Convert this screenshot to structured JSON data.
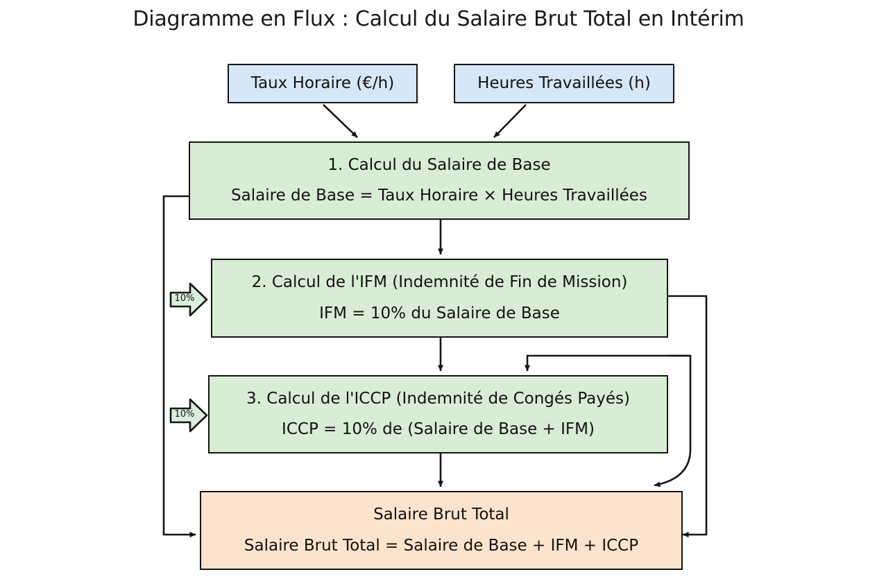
{
  "page": {
    "title": "Diagramme en Flux : Calcul du Salaire Brut Total en Intérim",
    "background": "#ffffff"
  },
  "colors": {
    "input_fill": "#d6e7f7",
    "step_fill": "#d9ecd5",
    "total_fill": "#fbe4cb",
    "stroke": "#151515",
    "text": "#121212"
  },
  "nodes": {
    "input_rate": {
      "label": "Taux Horaire (€/h)"
    },
    "input_hours": {
      "label": "Heures Travaillées (h)"
    },
    "step1": {
      "line1": "1. Calcul du Salaire de Base",
      "line2": "Salaire de Base = Taux Horaire × Heures Travaillées"
    },
    "step2": {
      "line1": "2. Calcul de l'IFM (Indemnité de Fin de Mission)",
      "line2": "IFM = 10% du Salaire de Base"
    },
    "step3": {
      "line1": "3. Calcul de l'ICCP (Indemnité de Congés Payés)",
      "line2": "ICCP = 10% de (Salaire de Base + IFM)"
    },
    "total": {
      "line1": "Salaire Brut Total",
      "line2": "Salaire Brut Total = Salaire de Base + IFM + ICCP"
    }
  },
  "badges": {
    "ifm_rate": {
      "label": "10%"
    },
    "iccp_rate": {
      "label": "10%"
    }
  }
}
